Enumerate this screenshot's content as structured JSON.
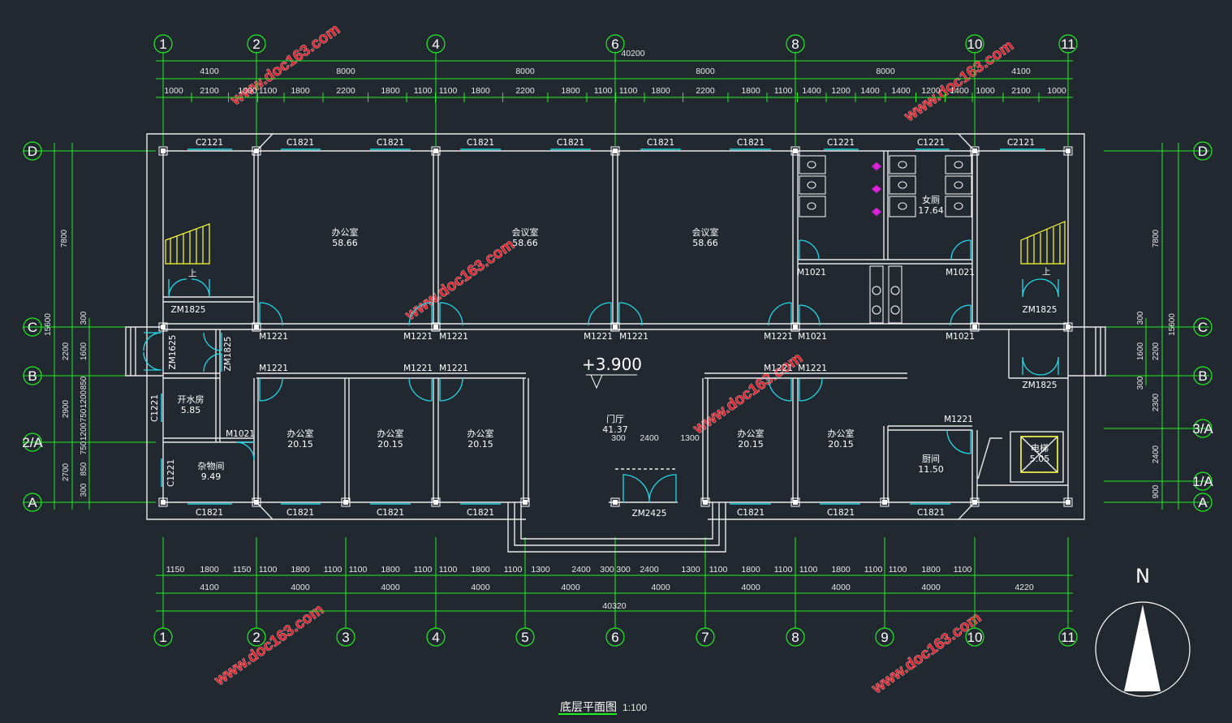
{
  "drawing": {
    "title": "底层平面图",
    "scale": "1:100",
    "elevation": "+3.900",
    "north_label": "N",
    "watermark": "www.doc163.com"
  },
  "grid": {
    "top_axes": [
      "1",
      "2",
      "4",
      "6",
      "8",
      "10",
      "11"
    ],
    "bottom_axes": [
      "1",
      "2",
      "3",
      "4",
      "5",
      "6",
      "7",
      "8",
      "9",
      "10",
      "11"
    ],
    "side_axes": [
      "D",
      "C",
      "B",
      "2/A",
      "A"
    ],
    "right_axes": [
      "D",
      "C",
      "B",
      "3/A",
      "1/A",
      "A"
    ]
  },
  "dimensions": {
    "top_total": "40200",
    "top_row1": [
      "4100",
      "8000",
      "8000",
      "8000",
      "8000",
      "4100"
    ],
    "top_row2": [
      "1000",
      "2100",
      "1000",
      "1100",
      "1800",
      "2200",
      "1800",
      "1100",
      "1100",
      "1800",
      "2200",
      "1800",
      "1100",
      "1100",
      "1800",
      "2200",
      "1800",
      "1100",
      "1400",
      "1200",
      "1400",
      "1400",
      "1200",
      "1400",
      "1000",
      "2100",
      "1000"
    ],
    "bottom_row1": [
      "1150",
      "1800",
      "1150",
      "1100",
      "1800",
      "1100",
      "1100",
      "1800",
      "1100",
      "1100",
      "1800",
      "1100",
      "1300",
      "2400",
      "300",
      "300",
      "2400",
      "1300",
      "1100",
      "1800",
      "1100",
      "1100",
      "1800",
      "1100",
      "1100",
      "1800",
      "1100"
    ],
    "bottom_row2": [
      "4100",
      "4000",
      "4000",
      "4000",
      "4000",
      "4000",
      "4000",
      "4000",
      "4000",
      "4220"
    ],
    "bottom_total": "40320",
    "left_outer": [
      "7800",
      "15600"
    ],
    "left_mid": [
      "2200",
      "2900",
      "2700"
    ],
    "left_inner": [
      "300",
      "1600",
      "850",
      "1200",
      "750",
      "1200",
      "750",
      "850",
      "300"
    ],
    "right_outer": [
      "7800",
      "15600"
    ],
    "right_mid": [
      "2200",
      "2300",
      "2400",
      "900"
    ],
    "right_inner": [
      "300",
      "1600",
      "300"
    ],
    "lobby_inner": [
      "300",
      "2400",
      "1300"
    ]
  },
  "rooms": [
    {
      "name": "办公室",
      "area": "58.66"
    },
    {
      "name": "会议室",
      "area": "58.66"
    },
    {
      "name": "会议室",
      "area": "58.66"
    },
    {
      "name": "女厕",
      "area": "17.64"
    },
    {
      "name": "开水房",
      "area": "5.85"
    },
    {
      "name": "杂物间",
      "area": "9.49"
    },
    {
      "name": "办公室",
      "area": "20.15"
    },
    {
      "name": "办公室",
      "area": "20.15"
    },
    {
      "name": "办公室",
      "area": "20.15"
    },
    {
      "name": "门厅",
      "area": "41.37"
    },
    {
      "name": "办公室",
      "area": "20.15"
    },
    {
      "name": "办公室",
      "area": "20.15"
    },
    {
      "name": "厨间",
      "area": "11.50"
    },
    {
      "name": "电梯",
      "area": "5.05"
    }
  ],
  "labels": {
    "windows_top": [
      "C2121",
      "C1821",
      "C1821",
      "C1821",
      "C1821",
      "C1821",
      "C1821",
      "C1221",
      "C1221",
      "C2121"
    ],
    "windows_bottom": [
      "C1821",
      "C1821",
      "C1821",
      "C1821",
      "C1821",
      "C1821",
      "C1821"
    ],
    "windows_side": [
      "C1221",
      "C1221"
    ],
    "doors_corridor": [
      "M1221",
      "M1221",
      "M1221",
      "M1221",
      "M1221",
      "M1221",
      "M1021",
      "M1021"
    ],
    "doors_south": [
      "M1221",
      "M1221",
      "M1221",
      "M1221",
      "M1221",
      "M1221",
      "M1021"
    ],
    "doors_wc": [
      "M1021",
      "M1021"
    ],
    "stair_doors": [
      "ZM1825",
      "ZM1825",
      "ZM1825",
      "ZM1825",
      "ZM1625"
    ],
    "main_door": "ZM2425",
    "stair_up": "上"
  }
}
